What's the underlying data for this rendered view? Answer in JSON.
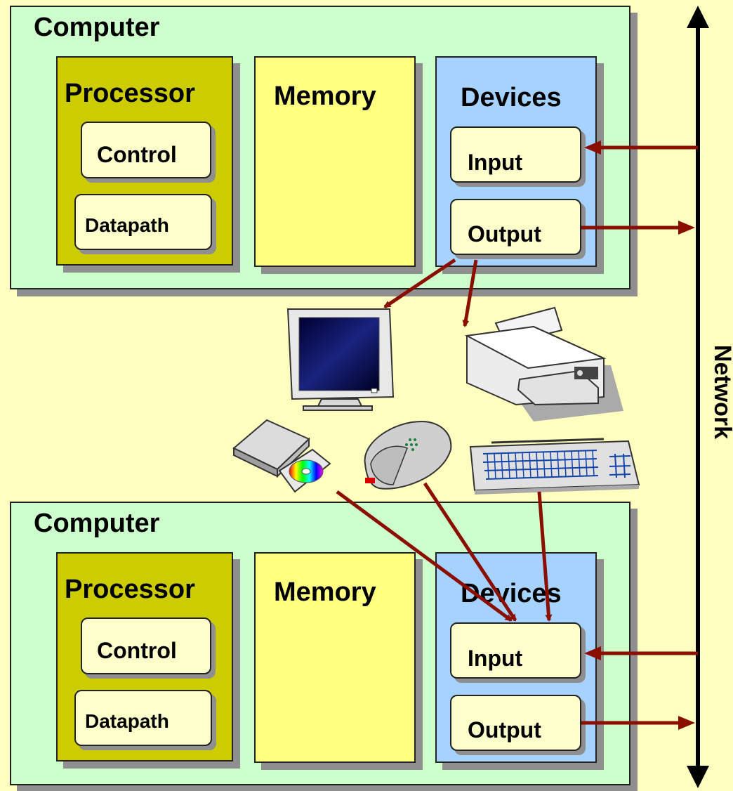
{
  "computers": [
    {
      "title": "Computer",
      "processor": {
        "label": "Processor",
        "control": "Control",
        "datapath": "Datapath"
      },
      "memory": {
        "label": "Memory"
      },
      "devices": {
        "label": "Devices",
        "input": "Input",
        "output": "Output"
      }
    },
    {
      "title": "Computer",
      "processor": {
        "label": "Processor",
        "control": "Control",
        "datapath": "Datapath"
      },
      "memory": {
        "label": "Memory"
      },
      "devices": {
        "label": "Devices",
        "input": "Input",
        "output": "Output"
      }
    }
  ],
  "network": {
    "label": "Network"
  },
  "peripherals": [
    "monitor-icon",
    "printer-icon",
    "disk-drive-icon",
    "mouse-icon",
    "keyboard-icon"
  ],
  "colors": {
    "background": "#ffffc0",
    "computer": "#ccffcc",
    "processor": "#cccc00",
    "memory": "#ffff80",
    "devices": "#a6d2ff",
    "subbox": "#ffffcc",
    "arrow": "#8b0f00"
  }
}
